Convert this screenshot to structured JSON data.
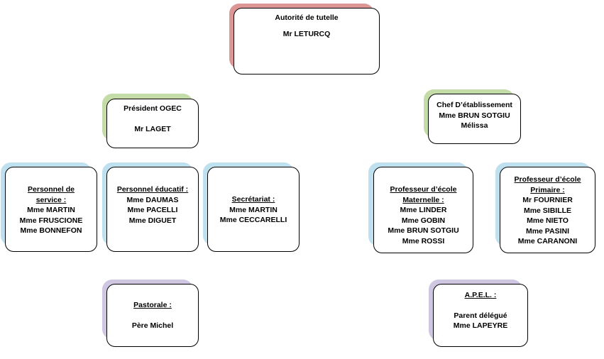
{
  "colors": {
    "red": "#dd9696",
    "green": "#c4dca8",
    "blue": "#bfe0ee",
    "purple": "#cfc6e2",
    "border": "#000000"
  },
  "tutelle": {
    "title": "Autorité de tutelle",
    "name": "Mr LETURCQ"
  },
  "ogec": {
    "title": "Président OGEC",
    "name": "Mr LAGET"
  },
  "chef": {
    "title": "Chef D’établissement",
    "name_1": "Mme BRUN SOTGIU",
    "name_2": "Mélissa"
  },
  "service": {
    "title_1": "Personnel de",
    "title_2": "service :",
    "members": [
      "Mme MARTIN",
      "Mme FRUSCIONE",
      "Mme BONNEFON"
    ]
  },
  "educatif": {
    "title": "Personnel éducatif :",
    "members": [
      "Mme DAUMAS",
      "Mme PACELLI",
      "Mme DIGUET"
    ]
  },
  "secretariat": {
    "title": "Secrétariat :",
    "members": [
      "Mme MARTIN",
      "Mme CECCARELLI"
    ]
  },
  "maternelle": {
    "title_1": "Professeur d’école",
    "title_2": "Maternelle :",
    "members": [
      "Mme LINDER",
      "Mme GOBIN",
      "Mme BRUN SOTGIU",
      "Mme ROSSI"
    ]
  },
  "primaire": {
    "title_1": "Professeur d’école",
    "title_2": "Primaire :",
    "members": [
      "Mr FOURNIER",
      "Mme SIBILLE",
      "Mme NIETO",
      "Mme PASINI",
      "Mme CARANONI"
    ]
  },
  "pastorale": {
    "title": "Pastorale :",
    "name": "Père Michel"
  },
  "apel": {
    "title": "A.P.E.L. :",
    "role": "Parent délégué",
    "name": "Mme LAPEYRE"
  }
}
